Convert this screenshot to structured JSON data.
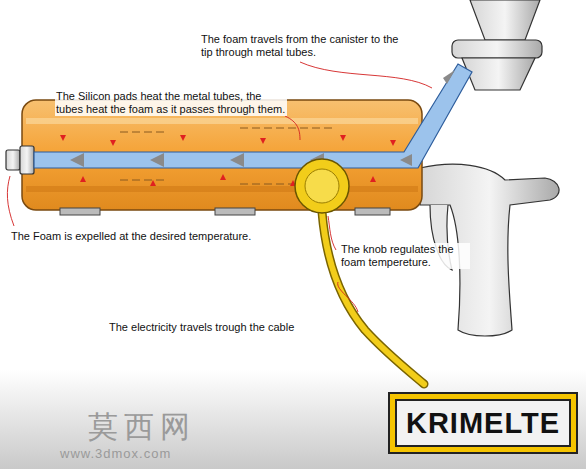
{
  "diagram": {
    "nodes": [
      {
        "text": [
          "KRIMELTE"
        ]
      }
    ],
    "labels": [
      "The foam travels from the canister to the tip through metal tubes.",
      "The Silicon pads heat the metal tubes, the tubes heat the foam as it passes through them.",
      "The Foam is expelled at the desired temperature.",
      "The knob regulates the foam tempereture.",
      "The electricity travels trough the cable",
      "莫西网",
      "www.3dmox.com"
    ]
  }
}
